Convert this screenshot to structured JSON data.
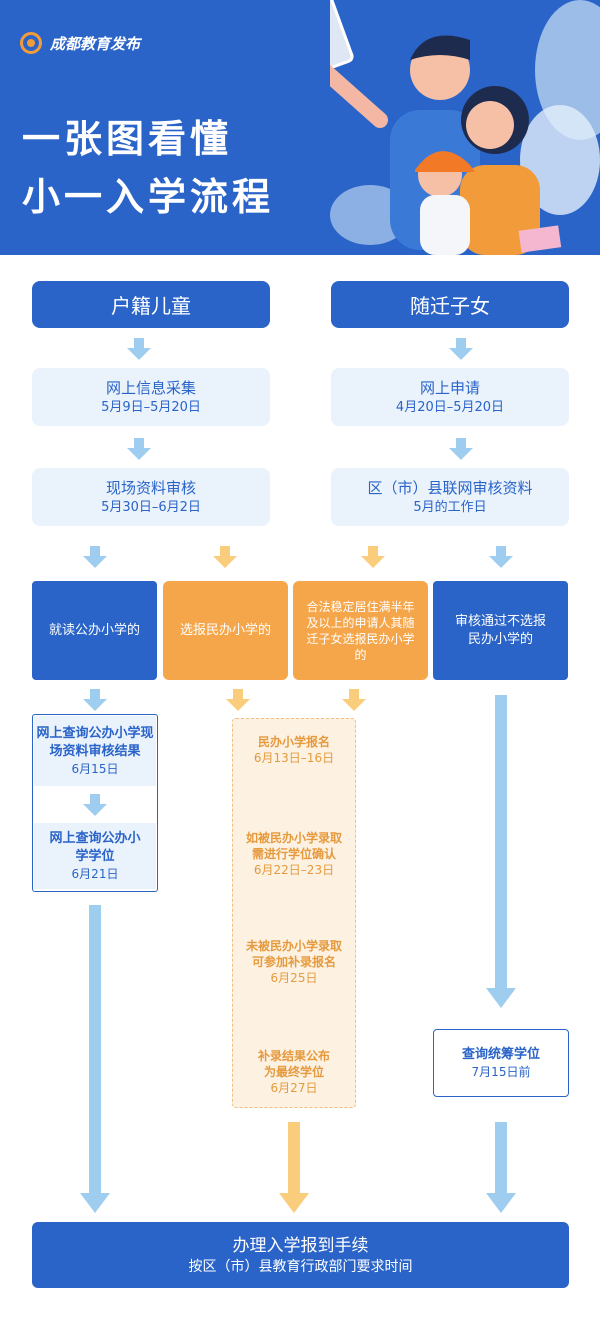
{
  "header": {
    "brand": "成都教育发布",
    "title_line1": "一张图看懂",
    "title_line2": "小一入学流程"
  },
  "left_column": {
    "heading": "户籍儿童",
    "step1_title": "网上信息采集",
    "step1_date": "5月9日–5月20日",
    "step2_title": "现场资料审核",
    "step2_date": "5月30日–6月2日"
  },
  "right_column": {
    "heading": "随迁子女",
    "step1_title": "网上申请",
    "step1_date": "4月20日–5月20日",
    "step2_title": "区（市）县联网审核资料",
    "step2_date": "5月的工作日"
  },
  "branches": {
    "public": "就读公办小学的",
    "private": "选报民办小学的",
    "migrant_private": "合法稳定居住满半年及以上的申请人其随迁子女选报民办小学的",
    "migrant_public": "审核通过不选报民办小学的"
  },
  "public_path": {
    "s1_title": "网上查询公办小学现场资料审核结果",
    "s1_date": "6月15日",
    "s2_title": "网上查询公办小学学位",
    "s2_date": "6月21日"
  },
  "private_path": {
    "s1_title": "民办小学报名",
    "s1_date": "6月13日–16日",
    "s2_title": "如被民办小学录取需进行学位确认",
    "s2_date": "6月22日–23日",
    "s3_title": "未被民办小学录取可参加补录报名",
    "s3_date": "6月25日",
    "s4_title": "补录结果公布为最终学位",
    "s4_date": "6月27日"
  },
  "migrant_path": {
    "title": "查询统筹学位",
    "date": "7月15日前"
  },
  "final": {
    "title": "办理入学报到手续",
    "subtitle": "按区（市）县教育行政部门要求时间"
  },
  "colors": {
    "primary": "#2a64c8",
    "pale": "#eaf2fc",
    "orange": "#f5a64a",
    "arrow_blue": "#9fcdef",
    "arrow_orange": "#f9cd7c"
  }
}
